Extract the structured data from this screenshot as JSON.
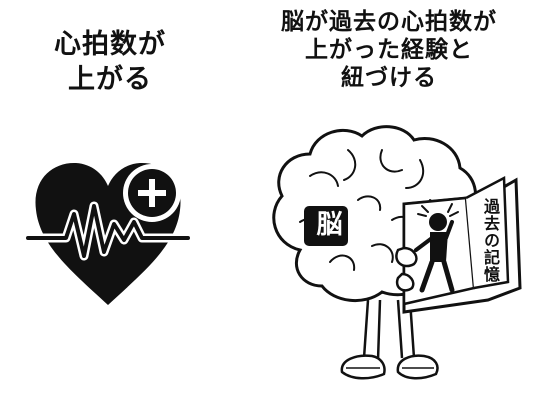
{
  "left": {
    "caption_lines": [
      "心拍数が",
      "上がる"
    ],
    "icon": "heart-rate-plus-icon"
  },
  "right": {
    "caption_lines": [
      "脳が過去の心拍数が",
      "上がった経験と",
      "紐づける"
    ],
    "brain_label": "脳",
    "book_title": "過去の記憶",
    "illustration": "brain-character-reading-book-icon"
  },
  "colors": {
    "ink": "#111111",
    "background": "#ffffff"
  }
}
